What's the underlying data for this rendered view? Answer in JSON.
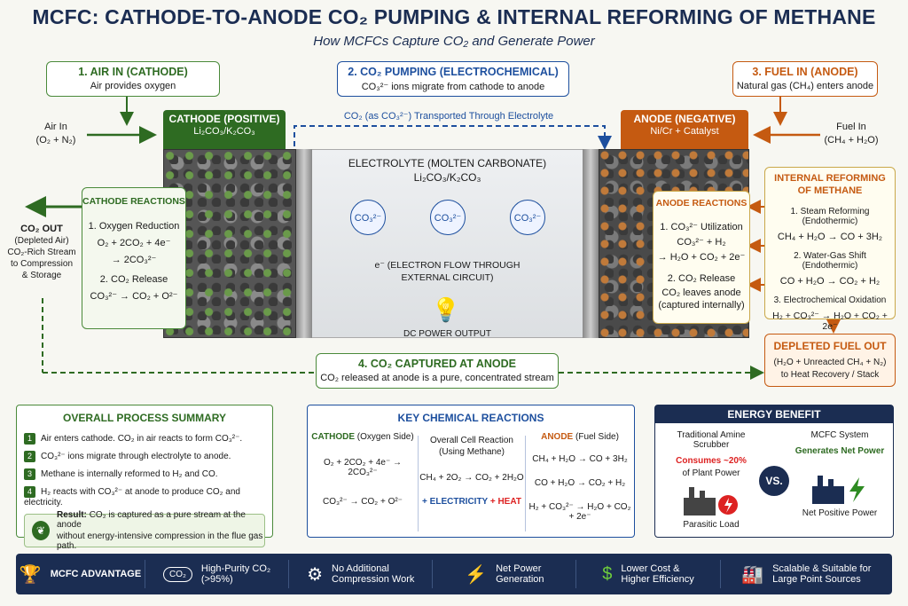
{
  "title": "MCFC: CATHODE-TO-ANODE CO₂ PUMPING & INTERNAL REFORMING OF METHANE",
  "subtitle": "How MCFCs Capture CO₂ and Generate Power",
  "step1": {
    "title": "1. AIR IN (CATHODE)",
    "body": "Air provides oxygen"
  },
  "step2": {
    "title": "2. CO₂ PUMPING (ELECTROCHEMICAL)",
    "body": "CO₃²⁻ ions migrate from cathode to anode"
  },
  "step3": {
    "title": "3. FUEL IN (ANODE)",
    "body": "Natural gas (CH₄) enters anode"
  },
  "step4": {
    "title": "4. CO₂ CAPTURED AT ANODE",
    "body": "CO₂ released at anode is a pure, concentrated stream"
  },
  "air_in": {
    "label": "Air In",
    "formula": "(O₂ + N₂)"
  },
  "fuel_in": {
    "label": "Fuel In",
    "formula": "(CH₄ + H₂O)"
  },
  "co2_out": {
    "title": "CO₂ OUT",
    "l1": "(Depleted Air)",
    "l2": "CO₂-Rich Stream",
    "l3": "to Compression",
    "l4": "& Storage"
  },
  "cathode": {
    "label": "CATHODE (POSITIVE)",
    "material": "Li₂CO₃/K₂CO₃"
  },
  "anode": {
    "label": "ANODE (NEGATIVE)",
    "material": "Ni/Cr + Catalyst"
  },
  "transport_label": "CO₂ (as CO₃²⁻) Transported Through Electrolyte",
  "electrolyte": {
    "label": "ELECTROLYTE (MOLTEN CARBONATE)",
    "material": "Li₂CO₃/K₂CO₃",
    "ion": "CO₃²⁻",
    "electron1": "e⁻ (ELECTRON FLOW THROUGH",
    "electron2": "EXTERNAL CIRCUIT)",
    "power": "DC POWER OUTPUT"
  },
  "cathode_rx": {
    "title": "CATHODE REACTIONS",
    "r1": "1. Oxygen Reduction",
    "r1a": "O₂ + 2CO₂ + 4e⁻",
    "r1b": "→ 2CO₃²⁻",
    "r2": "2. CO₂ Release",
    "r2a": "CO₃²⁻ → CO₂ + O²⁻"
  },
  "anode_rx": {
    "title": "ANODE REACTIONS",
    "r1": "1. CO₃²⁻ Utilization",
    "r1a": "CO₃²⁻ + H₂",
    "r1b": "→ H₂O + CO₂ + 2e⁻",
    "r2": "2. CO₂ Release",
    "r2a": "CO₂ leaves anode",
    "r2b": "(captured internally)"
  },
  "reforming": {
    "title1": "INTERNAL REFORMING",
    "title2": "OF METHANE",
    "s1": "1. Steam Reforming (Endothermic)",
    "s1a": "CH₄ + H₂O → CO + 3H₂",
    "s2": "2. Water-Gas Shift (Endothermic)",
    "s2a": "CO + H₂O → CO₂ + H₂",
    "s3": "3. Electrochemical Oxidation",
    "s3a": "H₂ + CO₃²⁻ → H₂O + CO₂ + 2e⁻"
  },
  "depleted": {
    "title": "DEPLETED FUEL OUT",
    "l1": "(H₂O + Unreacted CH₄ + N₂)",
    "l2": "to Heat Recovery / Stack"
  },
  "summary": {
    "title": "OVERALL PROCESS SUMMARY",
    "items": [
      "Air enters cathode. CO₂ in air reacts to form CO₃²⁻.",
      "CO₃²⁻ ions migrate through electrolyte to anode.",
      "Methane is internally reformed to H₂ and CO.",
      "H₂ reacts with CO₃²⁻ at anode to produce CO₂ and electricity."
    ],
    "result_label": "Result:",
    "result1": "CO₂ is captured as a pure stream at the anode",
    "result2": "without energy-intensive compression in the flue gas path."
  },
  "key_rx": {
    "title": "KEY CHEMICAL REACTIONS",
    "cathode_head": "CATHODE",
    "cathode_sub": "(Oxygen Side)",
    "c1": "O₂ + 2CO₂ + 4e⁻ → 2CO₃²⁻",
    "c2": "CO₃²⁻ → CO₂ + O²⁻",
    "overall1": "Overall Cell Reaction",
    "overall2": "(Using Methane)",
    "overall_eq": "CH₄ + 2O₂ → CO₂ + 2H₂O",
    "plus_elec": "+ ELECTRICITY",
    "plus_heat": "+ HEAT",
    "anode_head": "ANODE",
    "anode_sub": "(Fuel Side)",
    "a1": "CH₄ + H₂O → CO + 3H₂",
    "a2": "CO + H₂O → CO₂ + H₂",
    "a3": "H₂ + CO₃²⁻ → H₂O + CO₂ + 2e⁻"
  },
  "energy": {
    "title": "ENERGY BENEFIT",
    "left_head": "Traditional Amine Scrubber",
    "left_hi": "Consumes ~20%",
    "left_sub": "of Plant Power",
    "left_foot": "Parasitic Load",
    "vs": "VS.",
    "right_head": "MCFC System",
    "right_hi": "Generates Net Power",
    "right_foot": "Net Positive Power"
  },
  "footer": {
    "adv": "MCFC ADVANTAGE",
    "i1a": "High-Purity CO₂",
    "i1b": "(>95%)",
    "i2a": "No Additional",
    "i2b": "Compression Work",
    "i3a": "Net Power",
    "i3b": "Generation",
    "i4a": "Lower Cost &",
    "i4b": "Higher Efficiency",
    "i5a": "Scalable & Suitable for",
    "i5b": "Large Point Sources",
    "co2_badge": "CO₂"
  },
  "colors": {
    "green": "#2e6b22",
    "blue": "#1d4f9e",
    "orange": "#c55a11",
    "navy": "#1b2d52"
  }
}
